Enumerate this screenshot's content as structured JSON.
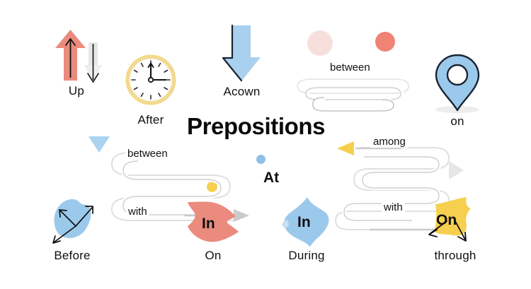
{
  "poster": {
    "title": "Prepositions",
    "background_color": "#ffffff",
    "title_color": "#0a0a0a"
  },
  "palette": {
    "salmon": "#ea8b7e",
    "salmon_light": "#f0a79b",
    "pale_pink": "#f7e0db",
    "blue": "#9bc9ec",
    "blue_light": "#a9d0ef",
    "blue_triangle": "#a9d3f0",
    "yellow": "#f7cf4f",
    "yellow_rim": "#f5d76e",
    "gray_light": "#e3e3e3",
    "gray_path": "#d9d9d9",
    "gray_arrow": "#c9c9c9",
    "dark_outline": "#1a2431",
    "black": "#111111"
  },
  "items": [
    {
      "id": "up",
      "icon": "up-down-arrows-icon",
      "caption": "Up"
    },
    {
      "id": "after",
      "icon": "clock-icon",
      "caption": "After"
    },
    {
      "id": "acown",
      "icon": "down-arrow-icon",
      "caption": "Acown"
    },
    {
      "id": "on-pin",
      "icon": "map-pin-icon",
      "caption": "on"
    },
    {
      "id": "before",
      "icon": "blue-blob-arrows-icon",
      "caption": "Before"
    },
    {
      "id": "on-red",
      "icon": "red-arrow-blob-icon",
      "caption": "On",
      "inner_text": "In"
    },
    {
      "id": "during",
      "icon": "blue-blob-icon",
      "caption": "During",
      "inner_text": "In"
    },
    {
      "id": "through",
      "icon": "yellow-blob-icon",
      "caption": "through",
      "inner_text": "On"
    },
    {
      "id": "at",
      "icon": "text-only",
      "caption": "At"
    }
  ],
  "paths": {
    "top_between": {
      "label": "between"
    },
    "left_maze": {
      "top_label": "between",
      "bottom_label": "with"
    },
    "right_maze": {
      "top_label": "among",
      "bottom_label": "with"
    }
  },
  "decor": [
    {
      "name": "pale-pink-circle",
      "color": "#f7e0db"
    },
    {
      "name": "salmon-circle",
      "color": "#ef8374"
    },
    {
      "name": "blue-triangle-down",
      "color": "#a9d3f0"
    },
    {
      "name": "blue-dot",
      "color": "#8fbfe8"
    },
    {
      "name": "yellow-dot",
      "color": "#f7cf4f"
    },
    {
      "name": "gray-triangle-right",
      "color": "#e6e6e6"
    },
    {
      "name": "yellow-arrowhead-left",
      "color": "#f7cf4f"
    }
  ]
}
